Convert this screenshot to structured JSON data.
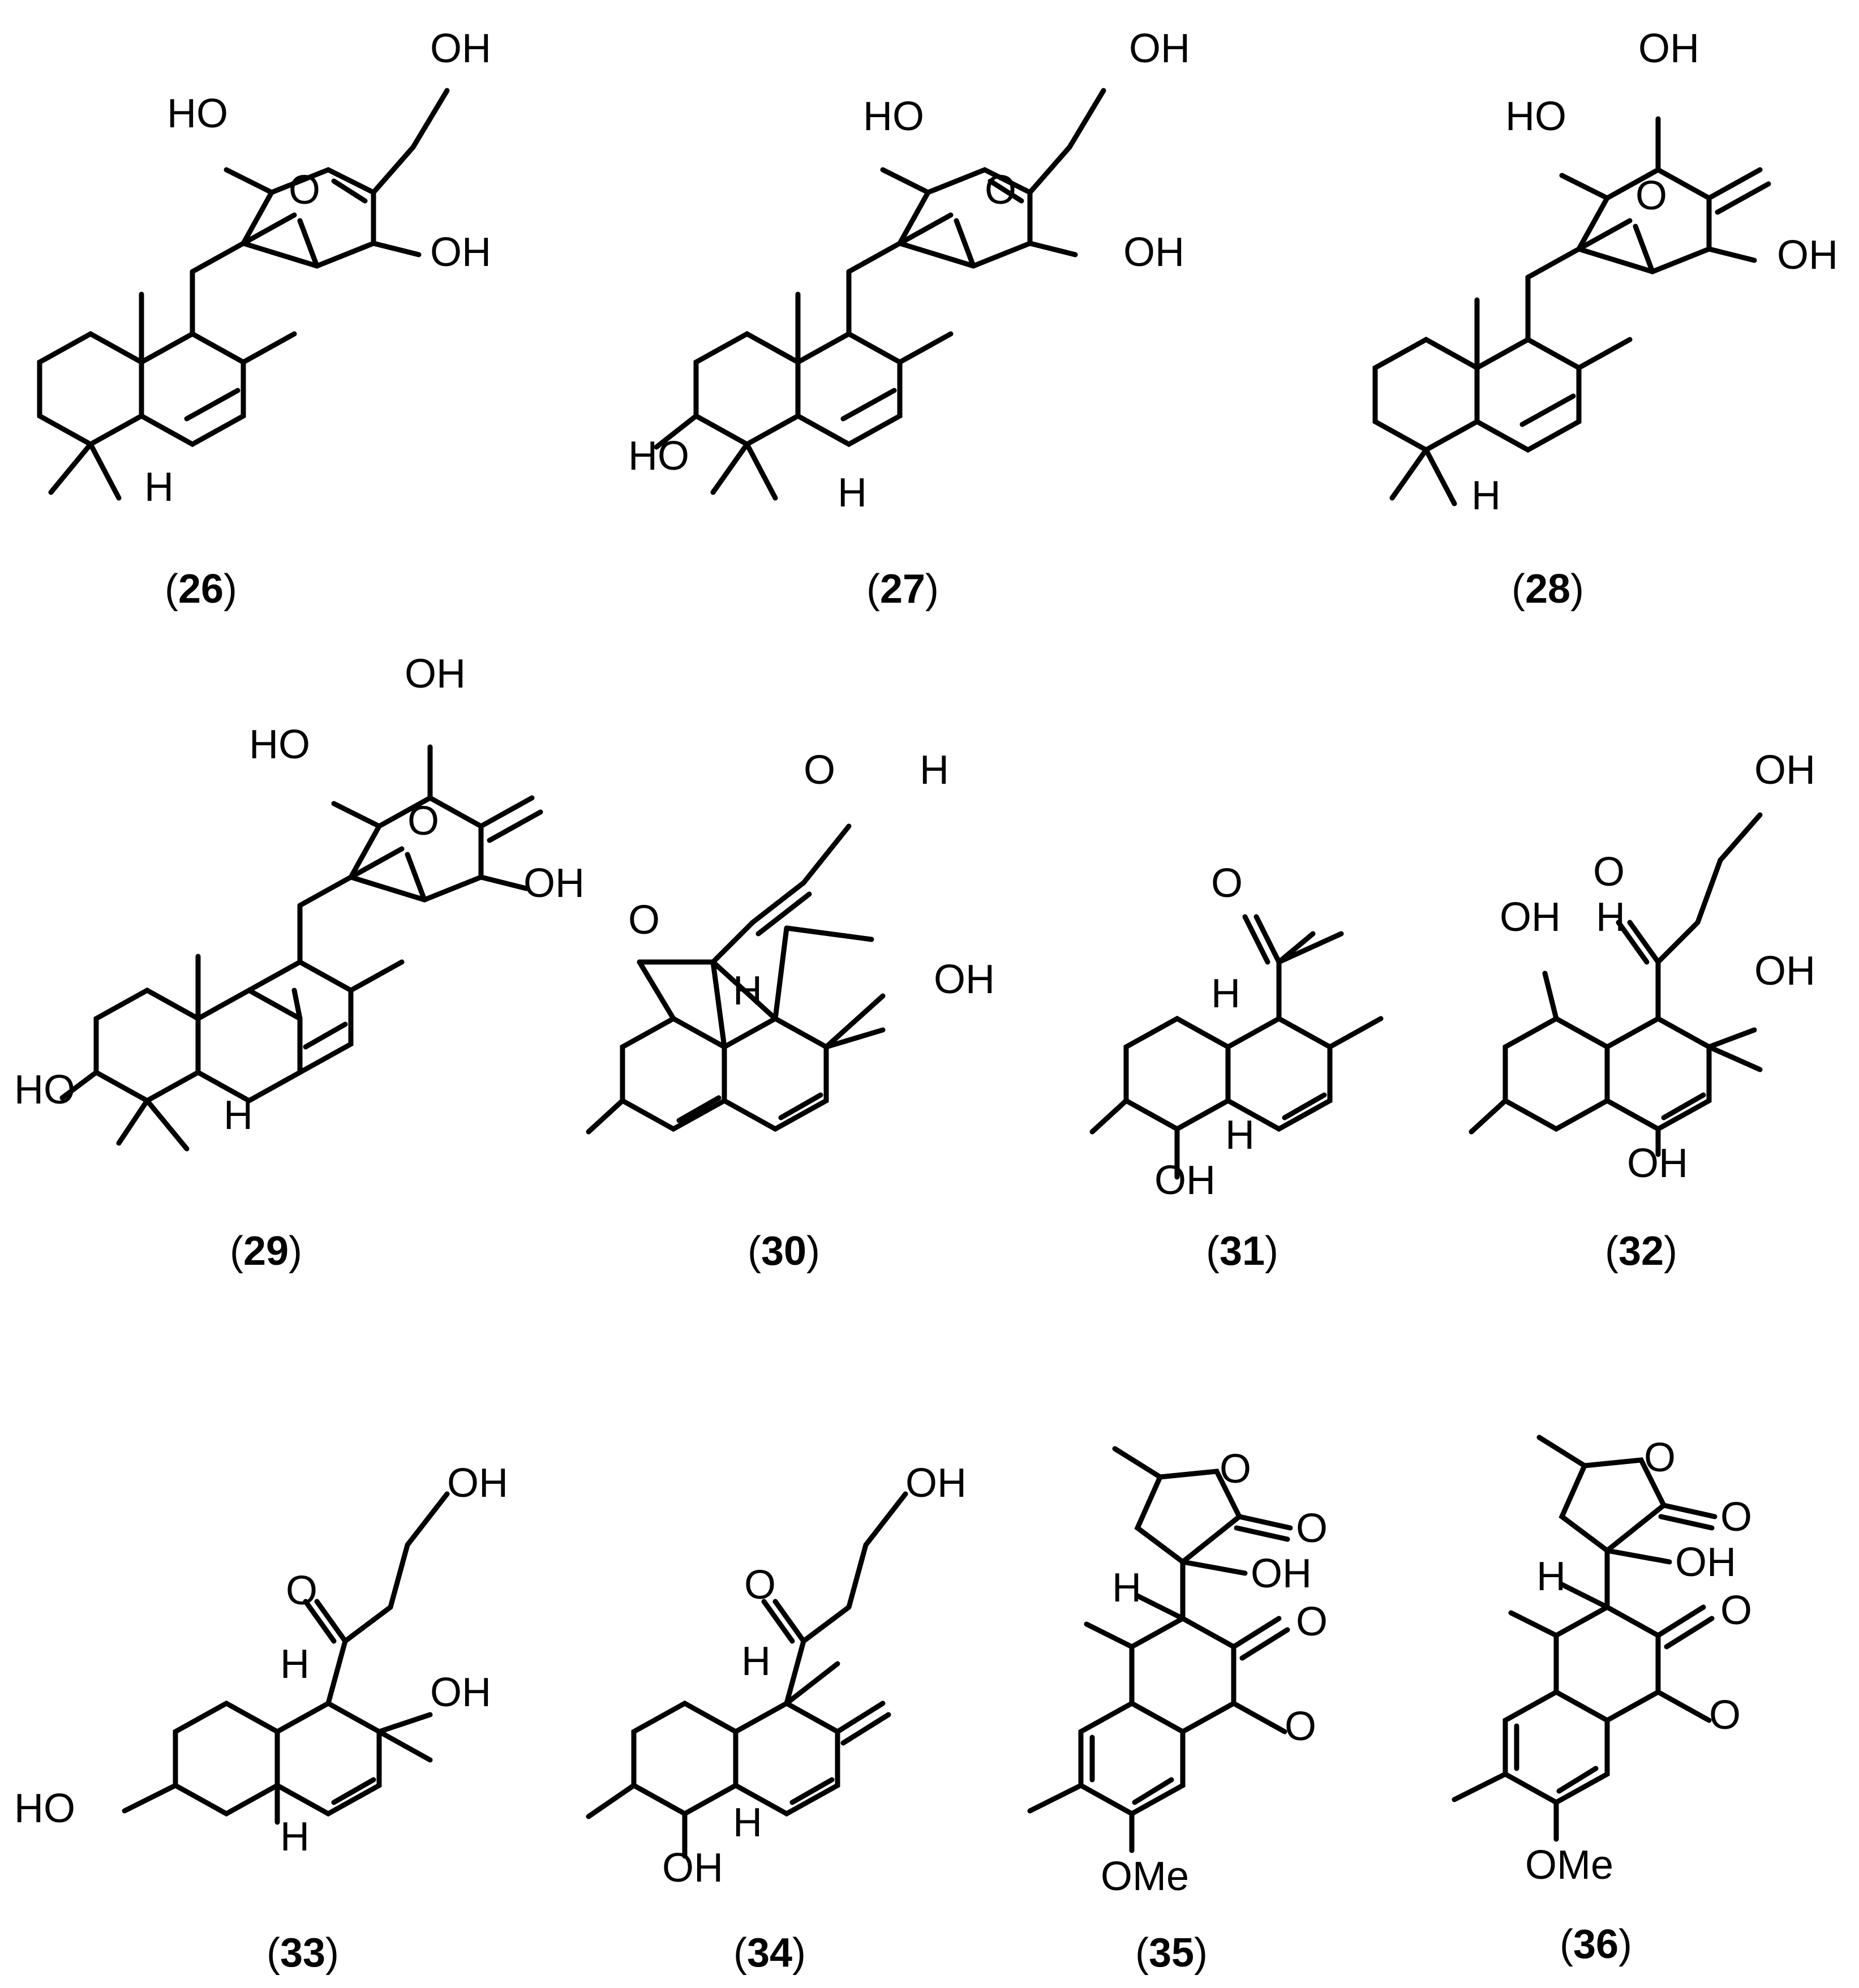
{
  "compounds": [
    {
      "id": "26",
      "caption_open": "(",
      "caption_num": "26",
      "caption_close": ")",
      "atoms": [
        "OH",
        "HO",
        "O",
        "OH",
        "H"
      ]
    },
    {
      "id": "27",
      "caption_open": "(",
      "caption_num": "27",
      "caption_close": ")",
      "atoms": [
        "OH",
        "HO",
        "O",
        "OH",
        "HO",
        "H"
      ]
    },
    {
      "id": "28",
      "caption_open": "(",
      "caption_num": "28",
      "caption_close": ")",
      "atoms": [
        "OH",
        "HO",
        "O",
        "OH",
        "H"
      ]
    },
    {
      "id": "29",
      "caption_open": "(",
      "caption_num": "29",
      "caption_close": ")",
      "atoms": [
        "OH",
        "HO",
        "O",
        "OH",
        "HO",
        "H"
      ]
    },
    {
      "id": "30",
      "caption_open": "(",
      "caption_num": "30",
      "caption_close": ")",
      "atoms": [
        "O",
        "H",
        "O",
        "H",
        "OH"
      ]
    },
    {
      "id": "31",
      "caption_open": "(",
      "caption_num": "31",
      "caption_close": ")",
      "atoms": [
        "O",
        "H",
        "H",
        "OH"
      ]
    },
    {
      "id": "32",
      "caption_open": "(",
      "caption_num": "32",
      "caption_close": ")",
      "atoms": [
        "OH",
        "O",
        "OH",
        "H",
        "OH",
        "OH"
      ]
    },
    {
      "id": "33",
      "caption_open": "(",
      "caption_num": "33",
      "caption_close": ")",
      "atoms": [
        "OH",
        "O",
        "H",
        "OH",
        "HO",
        "H"
      ]
    },
    {
      "id": "34",
      "caption_open": "(",
      "caption_num": "34",
      "caption_close": ")",
      "atoms": [
        "OH",
        "O",
        "H",
        "H",
        "OH"
      ]
    },
    {
      "id": "35",
      "caption_open": "(",
      "caption_num": "35",
      "caption_close": ")",
      "atoms": [
        "O",
        "O",
        "OH",
        "H",
        "O",
        "O",
        "OMe"
      ]
    },
    {
      "id": "36",
      "caption_open": "(",
      "caption_num": "36",
      "caption_close": ")",
      "atoms": [
        "O",
        "O",
        "OH",
        "H",
        "O",
        "O",
        "OMe"
      ]
    }
  ]
}
